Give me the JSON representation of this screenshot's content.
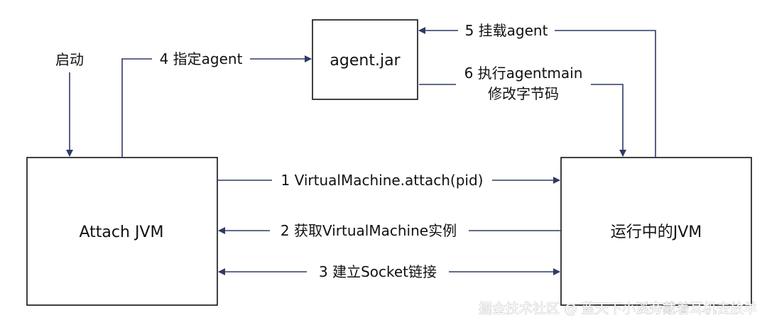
{
  "nodes": {
    "attach_jvm": "Attach JVM",
    "agent_jar": "agent.jar",
    "running_jvm": "运行中的JVM"
  },
  "labels": {
    "start": "启动",
    "step1": "1 VirtualMachine.attach(pid)",
    "step2": "2 获取VirtualMachine实例",
    "step3": "3 建立Socket链接",
    "step4": "4 指定agent",
    "step5": "5 挂载agent",
    "step6_line1": "6 执行agentmain",
    "step6_line2": "修改字节码"
  },
  "watermark": "掘金技术社区 @ 蓝天下小溪旁戴着耳机去放羊",
  "colors": {
    "line": "#2f3a64",
    "box_border": "#111111",
    "text": "#111111"
  }
}
